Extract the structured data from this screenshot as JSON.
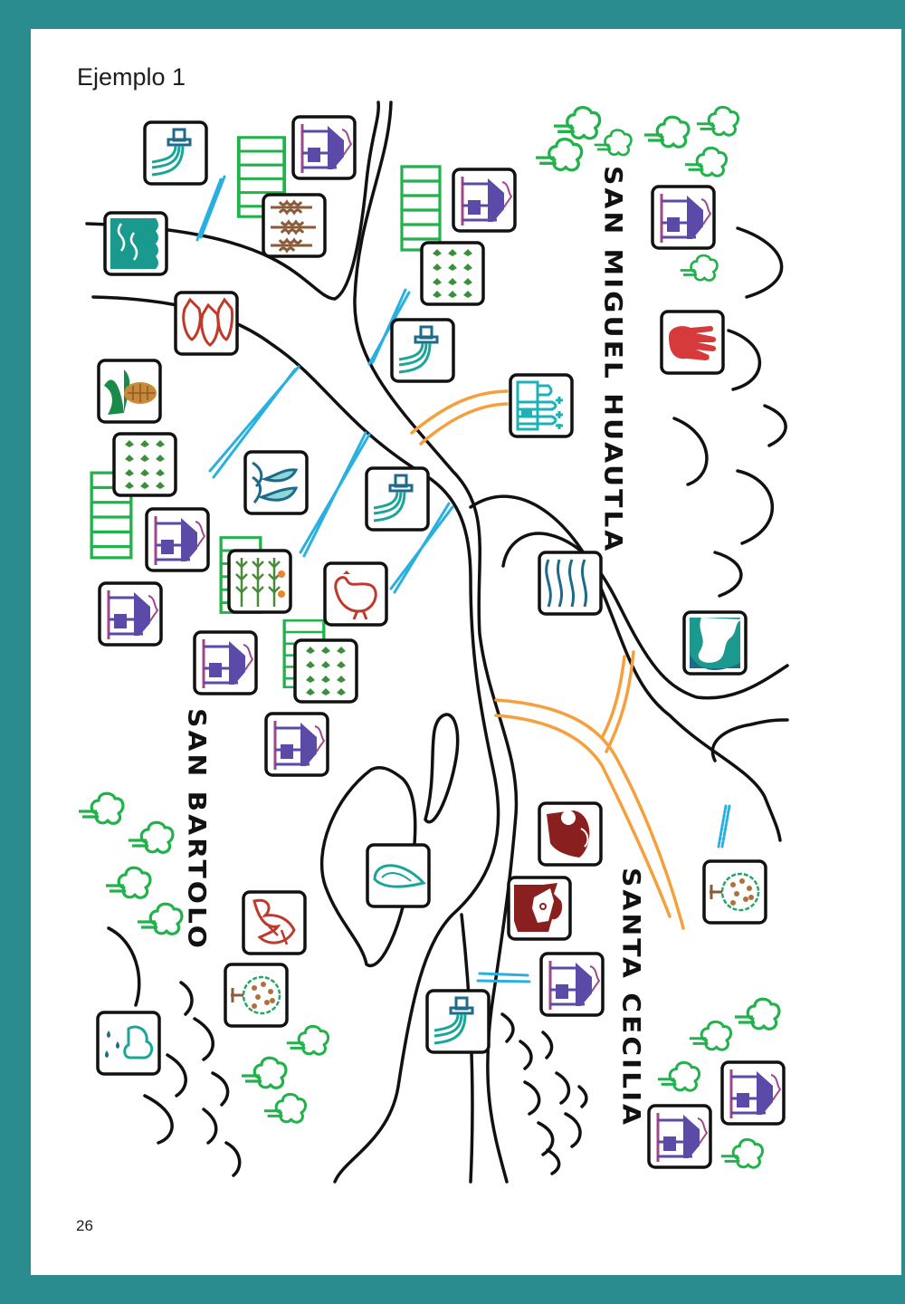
{
  "page": {
    "title": "Ejemplo 1",
    "page_number": "26"
  },
  "map": {
    "places": [
      "SAN MIGUEL HUAUTLA",
      "SAN BARTOLO",
      "SANTA CECILIA"
    ],
    "icons": [
      "faucet-icon",
      "house-icon",
      "wheat-icon",
      "water-icon",
      "crops-icon",
      "fish-icon",
      "hand-icon",
      "church-icon",
      "corn-icon",
      "aquatic-plants-icon",
      "waves-icon",
      "tall-plants-icon",
      "chicken-icon",
      "river-icon",
      "shell-icon",
      "cow-icon",
      "bull-icon",
      "tree-icon",
      "shrimp-icon",
      "rain-icon"
    ]
  },
  "colors": {
    "frame": "#2a8c8e",
    "river": "#111111",
    "road": "#f5a03c",
    "stream": "#29b0e0",
    "vegetation": "#22b24c",
    "house": "#5b4aa8",
    "teal_icon": "#1a9a8e"
  }
}
